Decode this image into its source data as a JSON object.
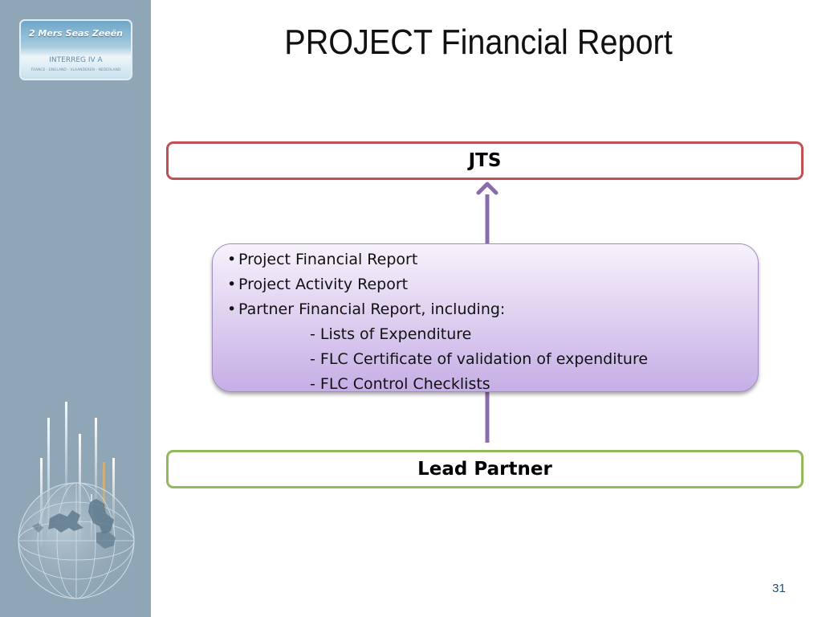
{
  "slide": {
    "title": "PROJECT Financial Report",
    "page_number": "31"
  },
  "logo": {
    "name": "2 Mers Seas Zeeën",
    "program": "INTERREG IV A",
    "countries": "FRANCE - ENGLAND - VLAANDEREN - NEDERLAND"
  },
  "diagram": {
    "top_box": "JTS",
    "bottom_box": "Lead Partner",
    "documents": [
      {
        "text": "Project Financial Report",
        "level": 1
      },
      {
        "text": "Project Activity Report",
        "level": 1
      },
      {
        "text": "Partner Financial Report, including:",
        "level": 1
      },
      {
        "text": "- Lists of Expenditure",
        "level": 2
      },
      {
        "text": "- FLC Certificate of validation of expenditure",
        "level": 2
      },
      {
        "text": "- FLC Control Checklists",
        "level": 2
      }
    ]
  },
  "colors": {
    "sidebar": "#8fa6b6",
    "jts_border": "#c14f53",
    "lead_partner_border": "#92b95a",
    "arrow": "#8a6cad",
    "callout_fill_top": "#f7f2fc",
    "callout_fill_bottom": "#c6aee6"
  }
}
